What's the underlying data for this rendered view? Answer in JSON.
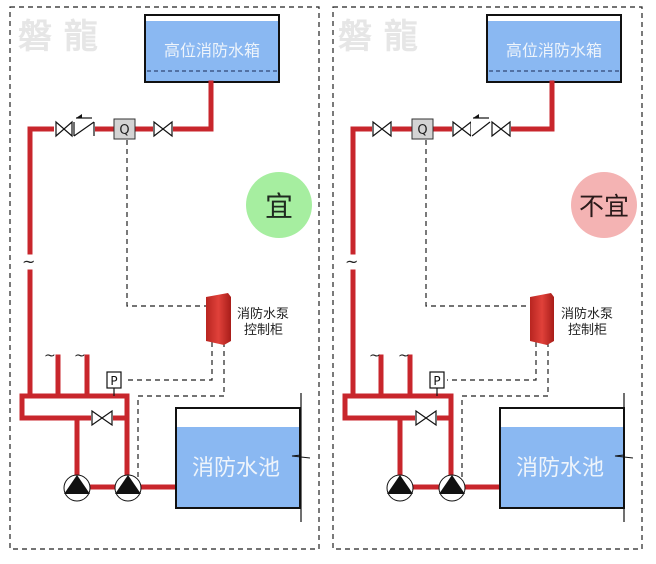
{
  "watermark": "磐 龍",
  "panels": [
    {
      "id": "left",
      "verdict": "宜",
      "verdict_meaning": "suitable",
      "verdict_color": "#a6eea0",
      "verdict_text_color": "#1f2a1f",
      "valve_order": [
        "gate-valve",
        "check-valve",
        "flow-switch",
        "gate-valve"
      ],
      "tank_label": "高位消防水箱",
      "flow_switch_label": "Q",
      "pressure_switch_label": "P",
      "controller_label_line1": "消防水泵",
      "controller_label_line2": "控制柜",
      "pool_label": "消防水池",
      "break_symbol": "~"
    },
    {
      "id": "right",
      "verdict": "不宜",
      "verdict_meaning": "not suitable",
      "verdict_color": "#f4b3b3",
      "verdict_text_color": "#2a1a1a",
      "valve_order": [
        "gate-valve",
        "flow-switch",
        "gate-valve",
        "check-valve",
        "gate-valve"
      ],
      "tank_label": "高位消防水箱",
      "flow_switch_label": "Q",
      "pressure_switch_label": "P",
      "controller_label_line1": "消防水泵",
      "controller_label_line2": "控制柜",
      "pool_label": "消防水池",
      "break_symbol": "~"
    }
  ],
  "colors": {
    "pipe": "#c8262c",
    "water": "#8ab8f2",
    "tank_text": "#e8f1fb",
    "cabinet": "#d9362f"
  }
}
